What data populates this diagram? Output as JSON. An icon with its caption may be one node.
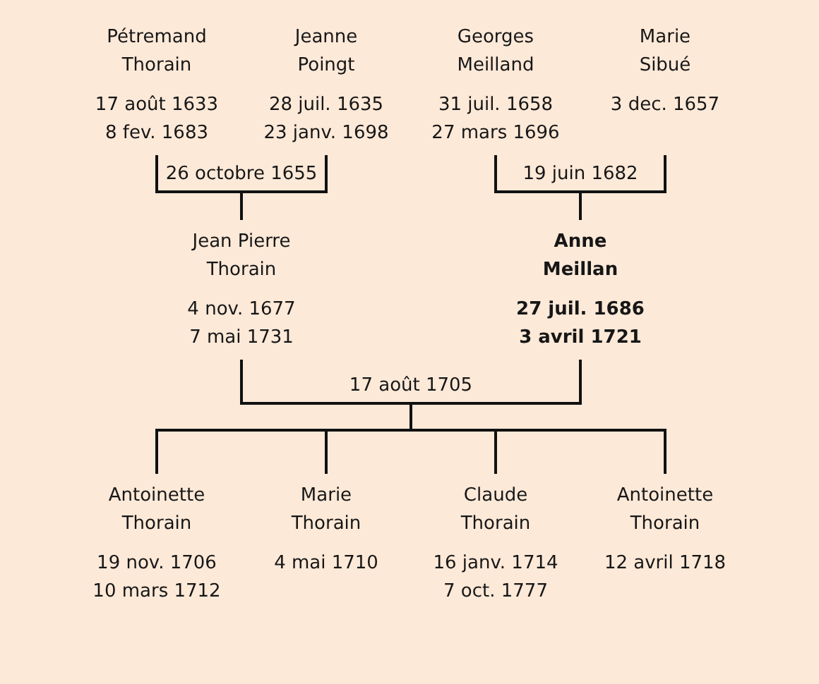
{
  "diagram": {
    "nodes": [
      {
        "text": [
          "Pétremand Thorain",
          "17 août 1633",
          "8 fev. 1683"
        ]
      },
      {
        "text": [
          "Jeanne Poingt",
          "28 juil. 1635",
          "23 janv. 1698"
        ]
      },
      {
        "text": [
          "Georges Meilland",
          "31 juil. 1658",
          "27 mars 1696"
        ]
      },
      {
        "text": [
          "Marie Sibué",
          "3 dec. 1657"
        ]
      },
      {
        "text": [
          "Jean Pierre Thorain",
          "4 nov. 1677",
          "7 mai 1731"
        ]
      },
      {
        "text": [
          "Anne Meillan",
          "27 juil. 1686",
          "3 avril 1721"
        ]
      },
      {
        "text": [
          "Antoinette Thorain",
          "19 nov. 1706",
          "10 mars 1712"
        ]
      },
      {
        "text": [
          "Marie Thorain",
          "4 mai 1710"
        ]
      },
      {
        "text": [
          "Claude Thorain",
          "16 janv. 1714",
          "7 oct. 1777"
        ]
      },
      {
        "text": [
          "Antoinette Thorain",
          "12 avril 1718"
        ]
      }
    ],
    "edges": [
      {
        "from": 0,
        "to": 4,
        "arrow": "none"
      },
      {
        "from": 1,
        "to": 4,
        "arrow": "none"
      },
      {
        "from": 2,
        "to": 5,
        "arrow": "none"
      },
      {
        "from": 3,
        "to": 5,
        "arrow": "none"
      },
      {
        "from": 4,
        "to": 6,
        "arrow": "none"
      },
      {
        "from": 4,
        "to": 7,
        "arrow": "none"
      },
      {
        "from": 4,
        "to": 8,
        "arrow": "none"
      },
      {
        "from": 4,
        "to": 9,
        "arrow": "none"
      },
      {
        "from": 5,
        "to": 6,
        "arrow": "none"
      },
      {
        "from": 5,
        "to": 7,
        "arrow": "none"
      },
      {
        "from": 5,
        "to": 8,
        "arrow": "none"
      },
      {
        "from": 5,
        "to": 9,
        "arrow": "none"
      }
    ],
    "labels": [
      "26 octobre 1655",
      "19 juin 1682",
      "17 août 1705"
    ]
  }
}
